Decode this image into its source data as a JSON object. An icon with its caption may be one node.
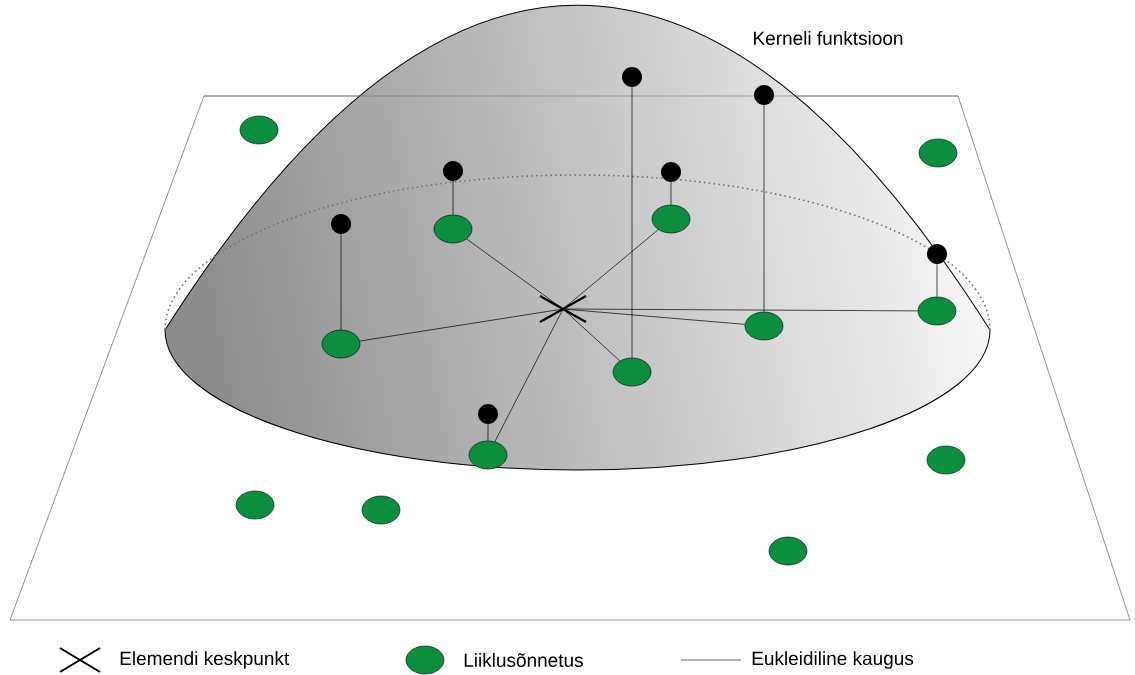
{
  "diagram": {
    "nodes": [
      {
        "text": [],
        "shape": "cross"
      },
      {
        "text": [],
        "shape": "ellipse"
      },
      {
        "text": [],
        "shape": "ellipse"
      },
      {
        "text": [],
        "shape": "ellipse"
      },
      {
        "text": [],
        "shape": "ellipse"
      },
      {
        "text": [],
        "shape": "ellipse"
      },
      {
        "text": [],
        "shape": "ellipse"
      },
      {
        "text": [],
        "shape": "ellipse"
      },
      {
        "text": [],
        "shape": "circle"
      },
      {
        "text": [],
        "shape": "circle"
      },
      {
        "text": [],
        "shape": "circle"
      },
      {
        "text": [],
        "shape": "circle"
      },
      {
        "text": [],
        "shape": "circle"
      },
      {
        "text": [],
        "shape": "circle"
      },
      {
        "text": [],
        "shape": "circle"
      },
      {
        "text": [],
        "shape": "ellipse"
      },
      {
        "text": [],
        "shape": "ellipse"
      },
      {
        "text": [],
        "shape": "ellipse"
      },
      {
        "text": [],
        "shape": "ellipse"
      },
      {
        "text": [],
        "shape": "ellipse"
      },
      {
        "text": [],
        "shape": "ellipse"
      }
    ],
    "edges": [
      {
        "from": 0,
        "to": 1,
        "arrow": "none"
      },
      {
        "from": 0,
        "to": 2,
        "arrow": "none"
      },
      {
        "from": 0,
        "to": 3,
        "arrow": "none"
      },
      {
        "from": 0,
        "to": 4,
        "arrow": "none"
      },
      {
        "from": 0,
        "to": 5,
        "arrow": "none"
      },
      {
        "from": 0,
        "to": 6,
        "arrow": "none"
      },
      {
        "from": 0,
        "to": 7,
        "arrow": "none"
      },
      {
        "from": 1,
        "to": 8,
        "arrow": "none"
      },
      {
        "from": 2,
        "to": 9,
        "arrow": "none"
      },
      {
        "from": 3,
        "to": 10,
        "arrow": "none"
      },
      {
        "from": 4,
        "to": 11,
        "arrow": "none"
      },
      {
        "from": 5,
        "to": 12,
        "arrow": "none"
      },
      {
        "from": 6,
        "to": 13,
        "arrow": "none"
      },
      {
        "from": 7,
        "to": 14,
        "arrow": "none"
      }
    ],
    "labels": [
      "Kerneli funktsioon"
    ],
    "legend": [
      {
        "text": "Elemendi keskpunkt"
      },
      {
        "text": "Liiklusõnnetus"
      },
      {
        "text": "Eukleidiline kaugus"
      }
    ]
  }
}
